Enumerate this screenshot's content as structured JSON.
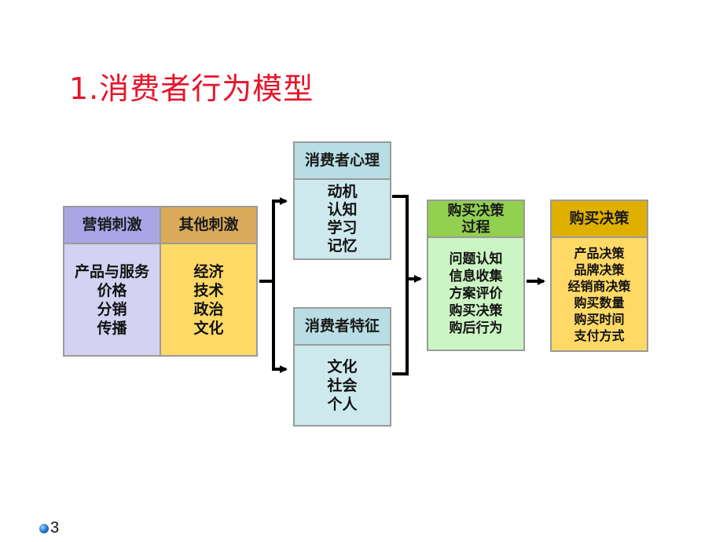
{
  "title": "1.消费者行为模型",
  "stimulus": {
    "marketing": {
      "header": "营销刺激",
      "items": [
        "产品与服务",
        "价格",
        "分销",
        "传播"
      ]
    },
    "other": {
      "header": "其他刺激",
      "items": [
        "经济",
        "技术",
        "政治",
        "文化"
      ]
    }
  },
  "psychology": {
    "header": "消费者心理",
    "items": [
      "动机",
      "认知",
      "学习",
      "记忆"
    ]
  },
  "traits": {
    "header": "消费者特征",
    "items": [
      "文化",
      "社会",
      "个人"
    ]
  },
  "process": {
    "header": [
      "购买决策",
      "过程"
    ],
    "items": [
      "问题认知",
      "信息收集",
      "方案评价",
      "购买决策",
      "购后行为"
    ]
  },
  "decision": {
    "header": "购买决策",
    "items": [
      "产品决策",
      "品牌决策",
      "经销商决策",
      "购买数量",
      "购买时间",
      "支付方式"
    ]
  },
  "page_number": "3",
  "colors": {
    "title": "#e8142a",
    "marketing_header": "#a9a6e6",
    "marketing_body": "#d3d2f2",
    "other_header": "#d8aa5a",
    "other_body": "#ffd966",
    "psych_header": "#b8dde4",
    "psych_body": "#cde9ee",
    "process_header": "#92d050",
    "process_body": "#ccf5c4",
    "decision_header": "#e0b000",
    "decision_body": "#ffd966"
  }
}
